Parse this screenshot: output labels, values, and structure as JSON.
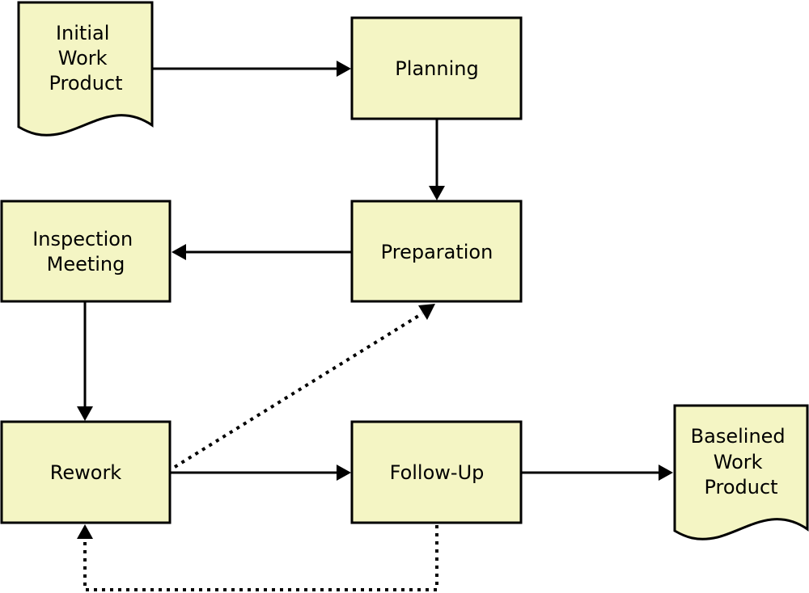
{
  "diagram": {
    "fill_color": "#f4f5c4",
    "stroke_color": "#000000",
    "nodes": {
      "initial_work_product": {
        "lines": [
          "Initial",
          "Work",
          "Product"
        ],
        "shape": "document"
      },
      "planning": {
        "lines": [
          "Planning"
        ],
        "shape": "process"
      },
      "inspection_meeting": {
        "lines": [
          "Inspection",
          "Meeting"
        ],
        "shape": "process"
      },
      "preparation": {
        "lines": [
          "Preparation"
        ],
        "shape": "process"
      },
      "rework": {
        "lines": [
          "Rework"
        ],
        "shape": "process"
      },
      "follow_up": {
        "lines": [
          "Follow-Up"
        ],
        "shape": "process"
      },
      "baselined_work_product": {
        "lines": [
          "Baselined",
          "Work",
          "Product"
        ],
        "shape": "document"
      }
    },
    "edges": [
      {
        "from": "initial_work_product",
        "to": "planning",
        "style": "solid"
      },
      {
        "from": "planning",
        "to": "preparation",
        "style": "solid"
      },
      {
        "from": "preparation",
        "to": "inspection_meeting",
        "style": "solid"
      },
      {
        "from": "inspection_meeting",
        "to": "rework",
        "style": "solid"
      },
      {
        "from": "rework",
        "to": "follow_up",
        "style": "solid"
      },
      {
        "from": "follow_up",
        "to": "baselined_work_product",
        "style": "solid"
      },
      {
        "from": "rework",
        "to": "preparation",
        "style": "dotted"
      },
      {
        "from": "follow_up",
        "to": "rework",
        "style": "dotted"
      }
    ]
  }
}
